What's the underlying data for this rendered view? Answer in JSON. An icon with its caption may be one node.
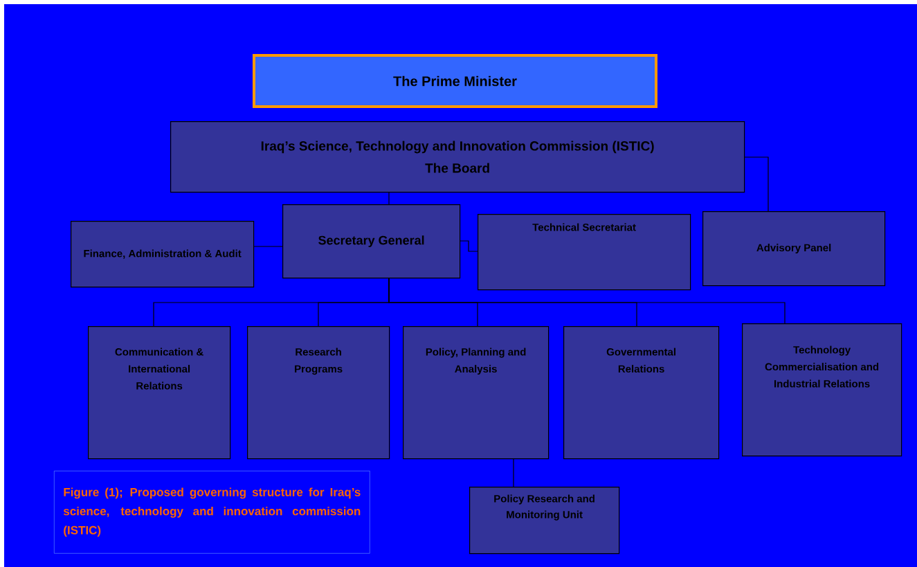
{
  "diagram": {
    "caption": "Figure (1); Proposed governing structure for Iraq’s science, technology and innovation commission (ISTIC)",
    "nodes": [
      {
        "text": [
          "The Prime Minister"
        ]
      },
      {
        "text": [
          "Iraq’s Science, Technology and Innovation Commission (ISTIC)",
          "The Board"
        ]
      },
      {
        "text": [
          "Finance, Administration & Audit"
        ]
      },
      {
        "text": [
          "Secretary General"
        ]
      },
      {
        "text": [
          "Technical Secretariat"
        ]
      },
      {
        "text": [
          "Advisory Panel"
        ]
      },
      {
        "text": [
          "Communication & International Relations"
        ]
      },
      {
        "text": [
          "Research Programs"
        ]
      },
      {
        "text": [
          "Policy, Planning and Analysis"
        ]
      },
      {
        "text": [
          "Governmental Relations"
        ]
      },
      {
        "text": [
          "Technology Commercialisation and Industrial Relations"
        ]
      },
      {
        "text": [
          "Policy Research and Monitoring Unit"
        ]
      }
    ],
    "edges": [
      {
        "from": 1,
        "to": 3,
        "arrow": "none"
      },
      {
        "from": 1,
        "to": 5,
        "arrow": "none"
      },
      {
        "from": 3,
        "to": 2,
        "arrow": "none"
      },
      {
        "from": 3,
        "to": 4,
        "arrow": "none"
      },
      {
        "from": 3,
        "to": 6,
        "arrow": "none"
      },
      {
        "from": 3,
        "to": 7,
        "arrow": "none"
      },
      {
        "from": 3,
        "to": 8,
        "arrow": "none"
      },
      {
        "from": 3,
        "to": 9,
        "arrow": "none"
      },
      {
        "from": 3,
        "to": 10,
        "arrow": "none"
      },
      {
        "from": 8,
        "to": 11,
        "arrow": "none"
      }
    ]
  }
}
